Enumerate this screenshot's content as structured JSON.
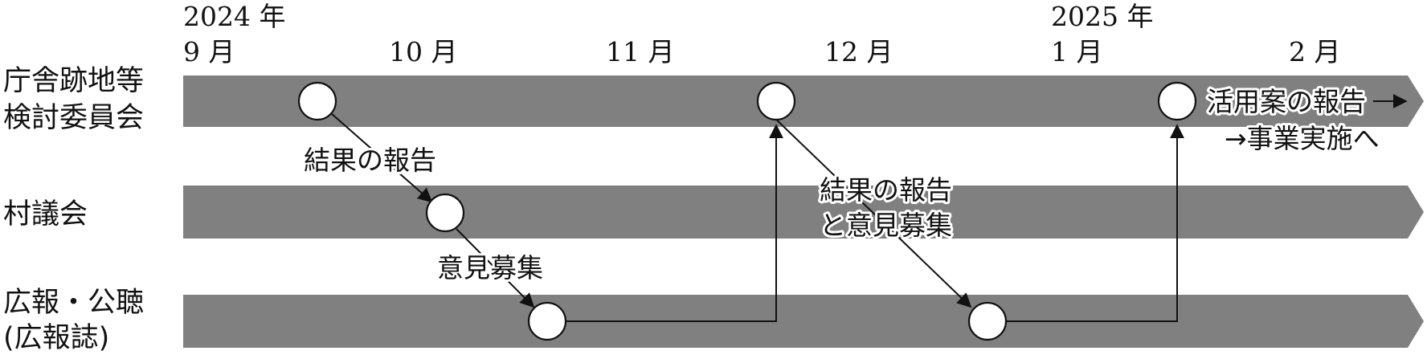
{
  "timeline": {
    "years": [
      "2024 年",
      "2025 年"
    ],
    "months": [
      "9 月",
      "10 月",
      "11 月",
      "12 月",
      "1 月",
      "2 月"
    ]
  },
  "lanes": [
    {
      "label_lines": [
        "庁舎跡地等",
        "検討委員会"
      ]
    },
    {
      "label_lines": [
        "村議会"
      ]
    },
    {
      "label_lines": [
        "広報・公聴",
        "(広報誌)"
      ]
    }
  ],
  "annotations": {
    "report_results_1": "結果の報告",
    "solicit_opinions_1": "意見募集",
    "report_and_solicit": [
      "結果の報告",
      "と意見募集"
    ],
    "final_step": [
      "活用案の報告",
      "→事業実施へ"
    ]
  },
  "colors": {
    "band": "#808080",
    "node_fill": "#ffffff",
    "line": "#111111"
  }
}
